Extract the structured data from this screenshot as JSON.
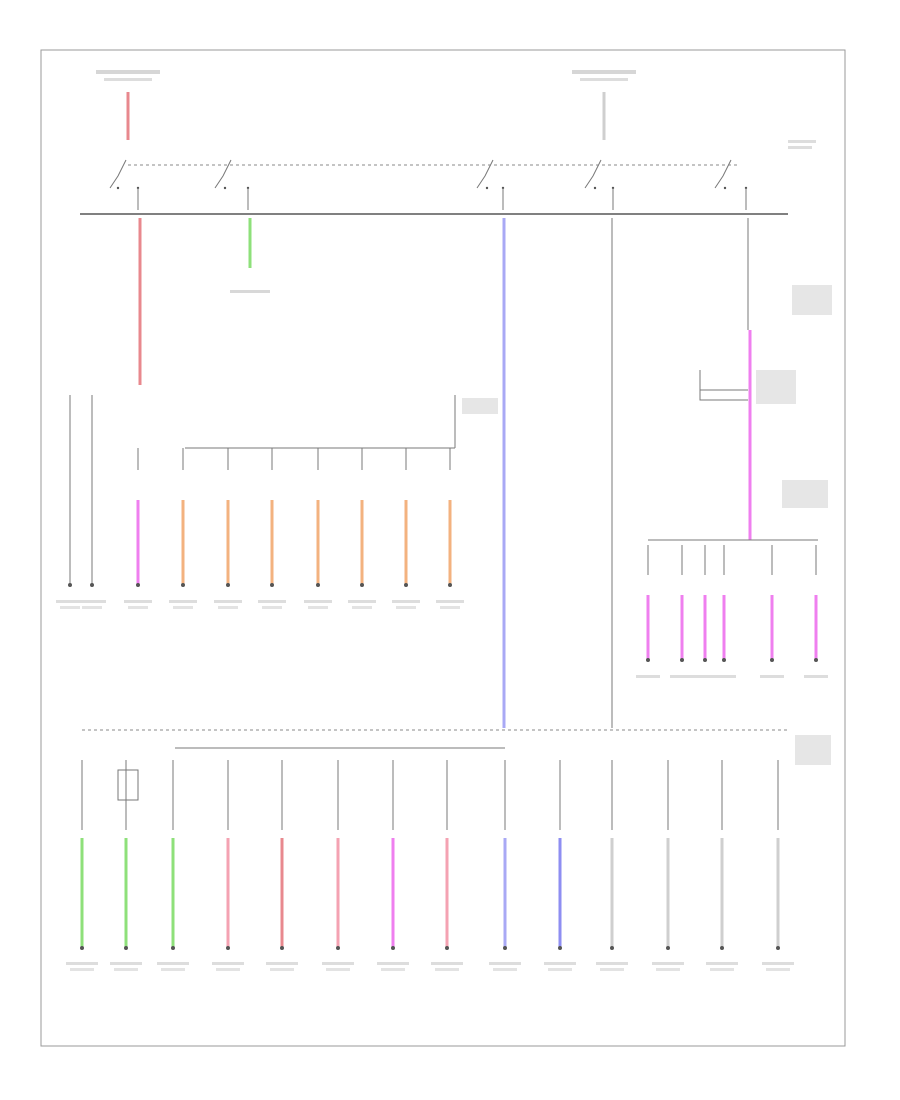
{
  "diagram": {
    "footer_code": "",
    "colors": {
      "red": "#e8888e",
      "green": "#8ee07a",
      "blue": "#a9a9f5",
      "orange": "#f3b27f",
      "magenta": "#ef7fef",
      "pink": "#f4a2b2",
      "violet": "#8e8ef2",
      "gray": "#cfcfcf"
    },
    "wire_colors": {
      "main_left": "red",
      "main_green": "green",
      "main_blue": "blue",
      "main_right": "magenta",
      "top_feed_left": "red",
      "top_feed_right": "gray"
    },
    "branch_columns": [
      {
        "color": "gray"
      },
      {
        "color": "gray"
      },
      {
        "color": "magenta"
      },
      {
        "color": "orange"
      },
      {
        "color": "orange"
      },
      {
        "color": "orange"
      },
      {
        "color": "orange"
      },
      {
        "color": "orange"
      },
      {
        "color": "orange"
      },
      {
        "color": "orange"
      }
    ],
    "right_columns": [
      {
        "color": "magenta"
      },
      {
        "color": "magenta"
      },
      {
        "color": "magenta"
      },
      {
        "color": "magenta"
      },
      {
        "color": "magenta"
      },
      {
        "color": "magenta"
      }
    ],
    "bottom_columns": [
      {
        "color": "green"
      },
      {
        "color": "green"
      },
      {
        "color": "green"
      },
      {
        "color": "pink"
      },
      {
        "color": "red"
      },
      {
        "color": "pink"
      },
      {
        "color": "magenta"
      },
      {
        "color": "pink"
      },
      {
        "color": "blue"
      },
      {
        "color": "violet"
      },
      {
        "color": "gray"
      },
      {
        "color": "gray"
      },
      {
        "color": "gray"
      },
      {
        "color": "gray"
      }
    ]
  }
}
